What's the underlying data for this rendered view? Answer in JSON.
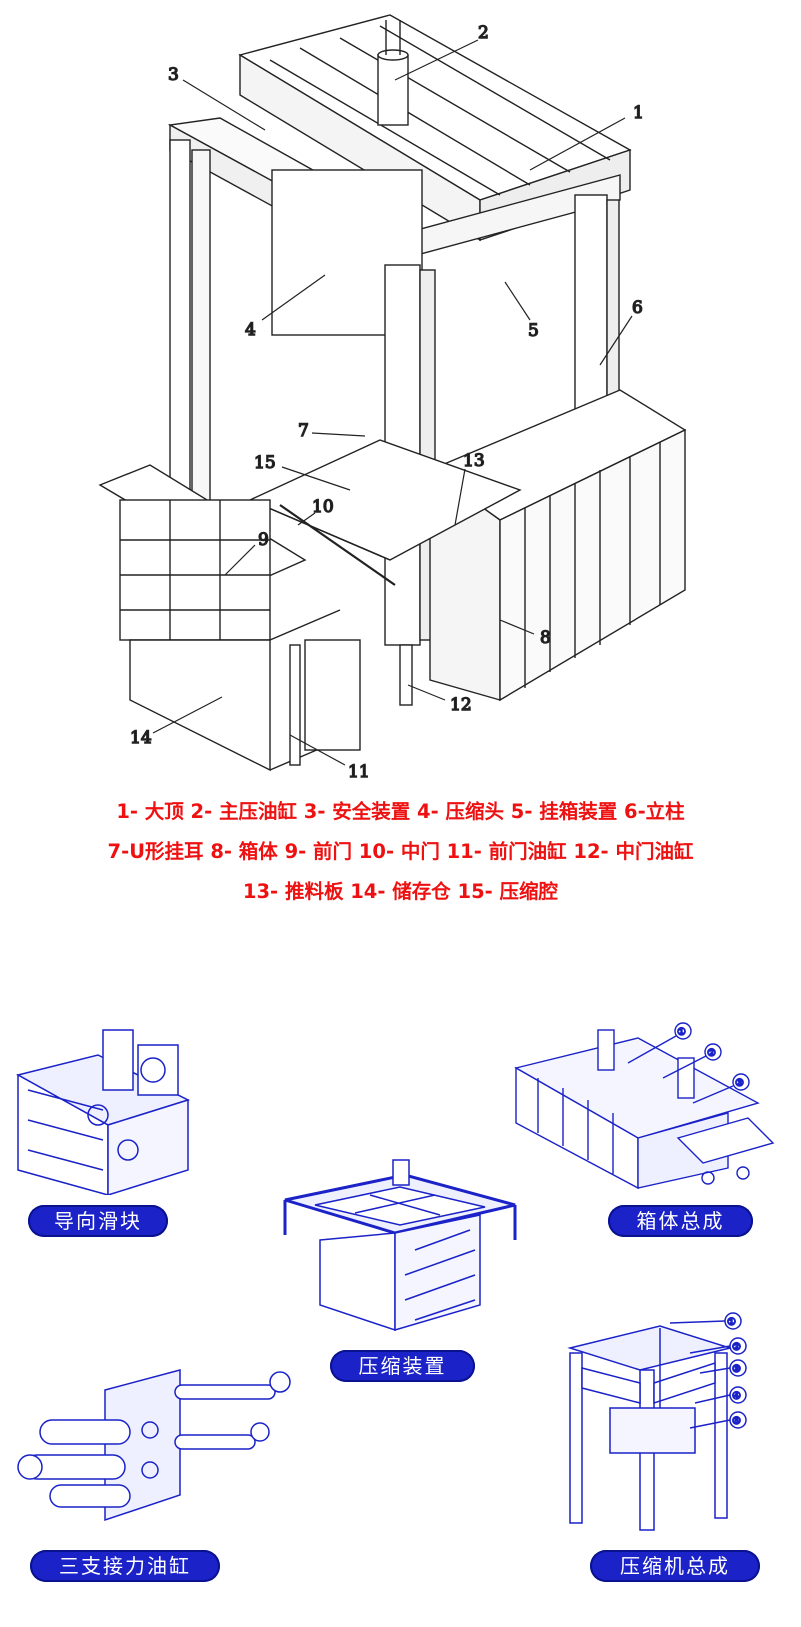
{
  "callouts": [
    "1",
    "2",
    "3",
    "4",
    "5",
    "6",
    "7",
    "8",
    "9",
    "10",
    "11",
    "12",
    "13",
    "14",
    "15"
  ],
  "legend_lines": [
    "1- 大顶 2- 主压油缸 3-  安全装置 4- 压缩头 5-   挂箱装置 6-立柱",
    "7-U形挂耳 8-  箱体 9-   前门 10- 中门 11- 前门油缸 12- 中门油缸",
    "13- 推料板 14- 储存仓 15- 压缩腔"
  ],
  "panels": {
    "guide_slider": "导向滑块",
    "box_assembly": "箱体总成",
    "compression_device": "压缩装置",
    "cylinder": "三支接力油缸",
    "compressor_assembly": "压缩机总成"
  },
  "box_marks": [
    "①",
    "②",
    "③"
  ],
  "compressor_marks": [
    "①",
    "②",
    "③",
    "④",
    "⑤"
  ],
  "colors": {
    "legend": "#ee1111",
    "accent": "#1a22c8"
  }
}
